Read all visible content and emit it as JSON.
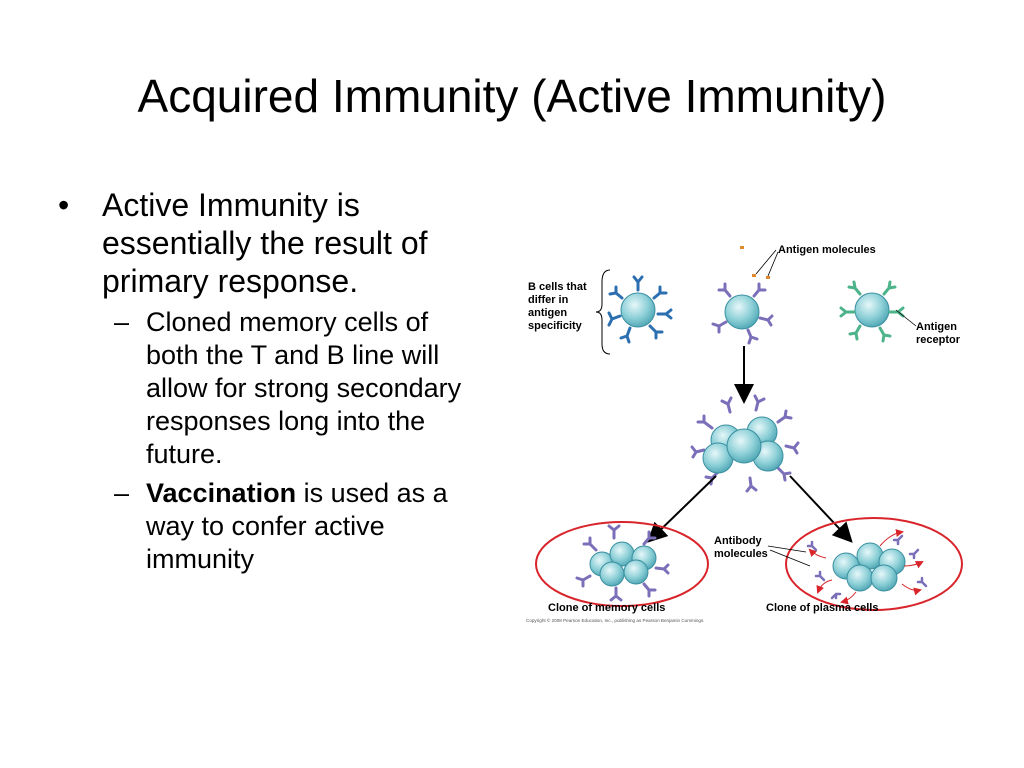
{
  "slide": {
    "title": "Acquired Immunity (Active Immunity)",
    "bullet1": "Active Immunity is essentially the result of primary response.",
    "sub1": "Cloned memory cells of both the T and B line will allow for strong secondary responses long into the future.",
    "sub2_bold": "Vaccination",
    "sub2_rest": " is used as a way to confer active immunity"
  },
  "figure": {
    "antigen_label": "Antigen molecules",
    "bcells_label": [
      "B cells that",
      "differ in",
      "antigen",
      "specificity"
    ],
    "receptor_label": [
      "Antigen",
      "receptor"
    ],
    "antibody_label": [
      "Antibody",
      "molecules"
    ],
    "memory_label": "Clone of memory cells",
    "plasma_label": "Clone of plasma cells",
    "copyright": "Copyright © 2008 Pearson Education, Inc., publishing as Pearson Benjamin Cummings."
  },
  "colors": {
    "cell_fill": "#8fd1d8",
    "cell_stroke": "#3a8fa0",
    "receptor_blue": "#2c6fb0",
    "receptor_purple": "#7a6fb8",
    "receptor_green": "#4cb38a",
    "antigen": "#e08a30",
    "ellipse": "#d8242a",
    "antibody_arrow": "#d8242a"
  }
}
